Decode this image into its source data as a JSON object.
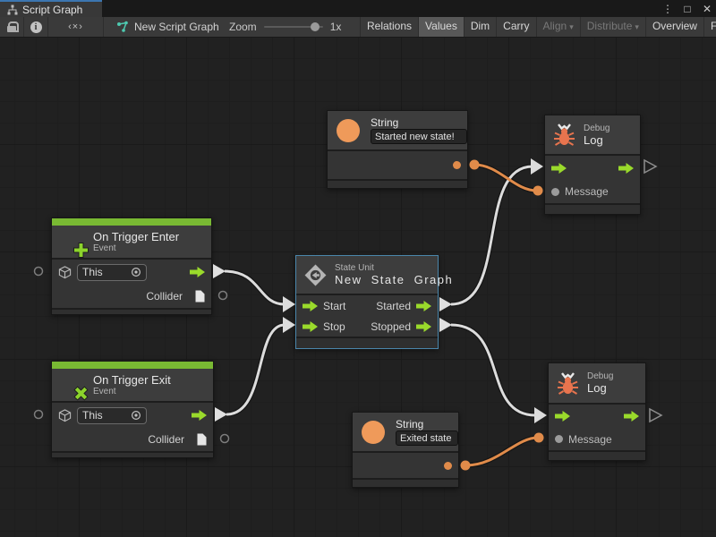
{
  "window": {
    "tab_title": "Script Graph",
    "controls": {
      "menu": "⋮",
      "maximize": "□",
      "close": "✕"
    }
  },
  "toolbar": {
    "code_glyph": "‹×›",
    "graph_name": "New Script Graph",
    "zoom_label": "Zoom",
    "zoom_value": "1x",
    "dropdown_glyph": "▾",
    "buttons": [
      {
        "label": "Relations",
        "state": "normal"
      },
      {
        "label": "Values",
        "state": "active"
      },
      {
        "label": "Dim",
        "state": "normal"
      },
      {
        "label": "Carry",
        "state": "normal"
      },
      {
        "label": "Align",
        "state": "disabled",
        "dropdown": true
      },
      {
        "label": "Distribute",
        "state": "disabled",
        "dropdown": true
      },
      {
        "label": "Overview",
        "state": "normal"
      },
      {
        "label": "Full Screen",
        "state": "normal"
      }
    ]
  },
  "nodes": {
    "string_top": {
      "title": "String",
      "value": "Started new state!"
    },
    "string_bottom": {
      "title": "String",
      "value": "Exited state"
    },
    "debug_top": {
      "category": "Debug",
      "title": "Log",
      "input": "Message"
    },
    "debug_bottom": {
      "category": "Debug",
      "title": "Log",
      "input": "Message"
    },
    "on_trigger_enter": {
      "title": "On Trigger Enter",
      "subtitle": "Event",
      "target": "This",
      "output": "Collider"
    },
    "on_trigger_exit": {
      "title": "On Trigger Exit",
      "subtitle": "Event",
      "target": "This",
      "output": "Collider"
    },
    "state_unit": {
      "category": "State Unit",
      "title": "New State Graph",
      "inputs": [
        "Start",
        "Stop"
      ],
      "outputs": [
        "Started",
        "Stopped"
      ]
    }
  },
  "colors": {
    "event_green": "#79b933",
    "flow_green": "#9ada2b",
    "value_orange": "#e08b4a",
    "wire_white": "#dcdcdc",
    "selection_blue": "#4a86ab",
    "tab_accent_blue": "#3c76b0"
  }
}
